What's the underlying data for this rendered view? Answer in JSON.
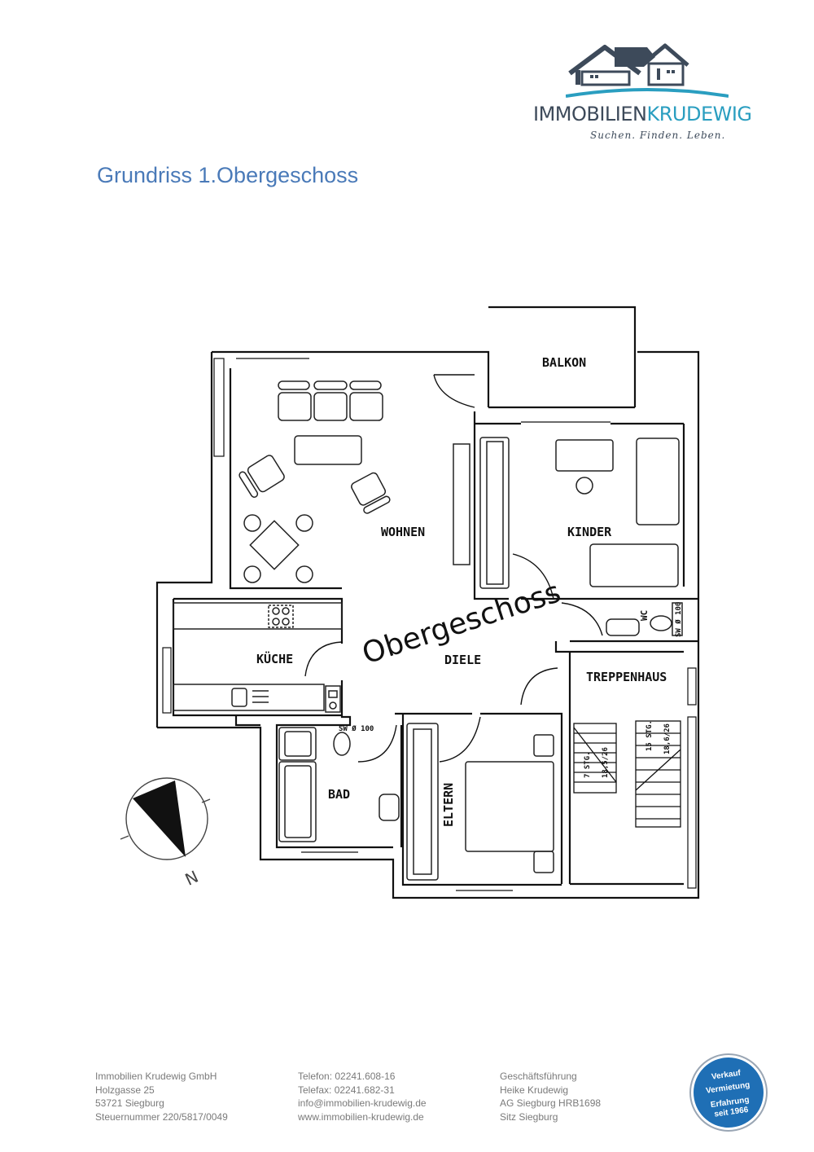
{
  "logo": {
    "name_part1": "IMMOBILIEN",
    "name_part2": "KRUDEWIG",
    "tagline": "Suchen. Finden. Leben.",
    "colors": {
      "dark": "#3d4a5a",
      "accent": "#2a9ec0"
    }
  },
  "page_title": "Grundriss 1.Obergeschoss",
  "floorplan": {
    "stamp": "Obergeschoss",
    "rooms": {
      "balkon": "BALKON",
      "wohnen": "WOHNEN",
      "kinder": "KINDER",
      "kueche": "KÜCHE",
      "diele": "DIELE",
      "treppenhaus": "TREPPENHAUS",
      "bad": "BAD",
      "eltern": "ELTERN",
      "wc": "WC"
    },
    "annotations": {
      "sw_bad": "SW Ø 100",
      "sw_wc": "SW Ø 100",
      "stairs_left_count": "7 STG.",
      "stairs_left_size": "18,5/26",
      "stairs_right_count": "15 STG.",
      "stairs_right_size": "18,6/26"
    },
    "compass_label": "N"
  },
  "footer": {
    "company": [
      "Immobilien Krudewig GmbH",
      "Holzgasse 25",
      "53721 Siegburg",
      "Steuernummer 220/5817/0049"
    ],
    "contact": [
      "Telefon: 02241.608-16",
      "Telefax: 02241.682-31",
      "info@immobilien-krudewig.de",
      "www.immobilien-krudewig.de"
    ],
    "management": [
      "Geschäftsführung",
      "Heike Krudewig",
      "AG Siegburg HRB1698",
      "Sitz Siegburg"
    ]
  },
  "seal": {
    "lines": [
      "Verkauf",
      "Vermietung",
      "Erfahrung",
      "seit 1966"
    ],
    "color": "#1f6fb5"
  }
}
